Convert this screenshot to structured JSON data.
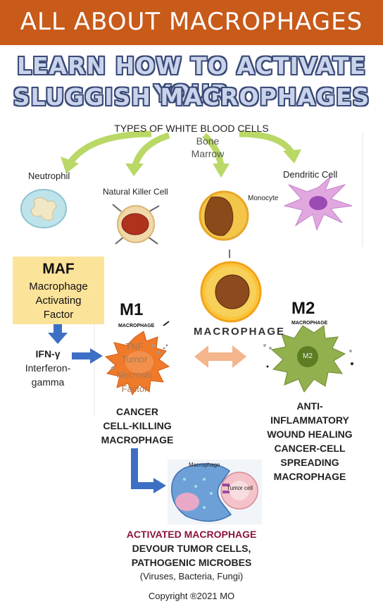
{
  "banner": {
    "title": "ALL ABOUT MACROPHAGES",
    "color": "#c85a1a"
  },
  "headline": {
    "line1": "LEARN HOW TO ACTIVATE YOUR",
    "line2": "SLUGGISH MACROPHAGES"
  },
  "wbc": {
    "title": "TYPES OF WHITE BLOOD CELLS",
    "source_line1": "Bone",
    "source_line2": "Marrow",
    "cells": {
      "neutrophil": "Neutrophil",
      "nk": "Natural Killer Cell",
      "monocyte": "Monocyte",
      "dendritic": "Dendritic Cell"
    }
  },
  "macrophage_label": "MACROPHAGE",
  "maf": {
    "title": "MAF",
    "line1": "Macrophage",
    "line2": "Activating",
    "line3": "Factor"
  },
  "ifn": {
    "line1": "IFN-γ",
    "line2": "Interferon-",
    "line3": "gamma"
  },
  "m1": {
    "title": "M1",
    "subtitle": "MACROPHAGE",
    "tnf_line1": "TNF",
    "tnf_line2": "Tumor",
    "tnf_line3": "Necrosis",
    "tnf_line4": "Factor",
    "desc_line1": "CANCER",
    "desc_line2": "CELL-KILLING",
    "desc_line3": "MACROPHAGE"
  },
  "m2": {
    "title": "M2",
    "subtitle": "MACROPHAGE",
    "nucleus_label": "M2",
    "desc_line1": "ANTI-",
    "desc_line2": "INFLAMMATORY",
    "desc_line3": "WOUND HEALING",
    "desc_line4": "CANCER-CELL",
    "desc_line5": "SPREADING",
    "desc_line6": "MACROPHAGE"
  },
  "illustration": {
    "macrophage": "Macrophage",
    "tumor": "Tumor cell"
  },
  "activated": {
    "title": "ACTIVATED MACROPHAGE",
    "title_color": "#8a1440",
    "line1": "DEVOUR TUMOR CELLS,",
    "line2": "PATHOGENIC MICROBES",
    "line3": "(Viruses, Bacteria, Fungi)"
  },
  "copyright": "Copyright ®2021 MO"
}
